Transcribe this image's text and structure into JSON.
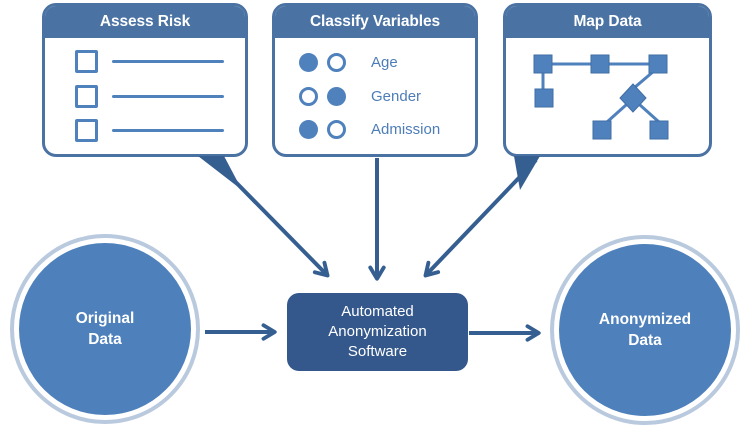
{
  "colors": {
    "card_header": "#4a72a3",
    "accent_mid": "#4f81bd",
    "arrow_dark": "#365f91",
    "box_fill": "#34588b",
    "circle_fill": "#4e80bb",
    "ring_light": "#b9c9de"
  },
  "cards": [
    {
      "title": "Assess Risk"
    },
    {
      "title": "Classify Variables",
      "rows": [
        {
          "state1": "dot filled",
          "state2": "dot empty",
          "label": "Age"
        },
        {
          "state1": "dot empty",
          "state2": "dot filled",
          "label": "Gender"
        },
        {
          "state1": "dot filled",
          "state2": "dot empty",
          "label": "Admission"
        }
      ]
    },
    {
      "title": "Map Data"
    }
  ],
  "flow": {
    "original": {
      "line1": "Original",
      "line2": "Data"
    },
    "software": {
      "line1": "Automated",
      "line2": "Anonymization",
      "line3": "Software"
    },
    "anonymized": {
      "line1": "Anonymized",
      "line2": "Data"
    }
  }
}
